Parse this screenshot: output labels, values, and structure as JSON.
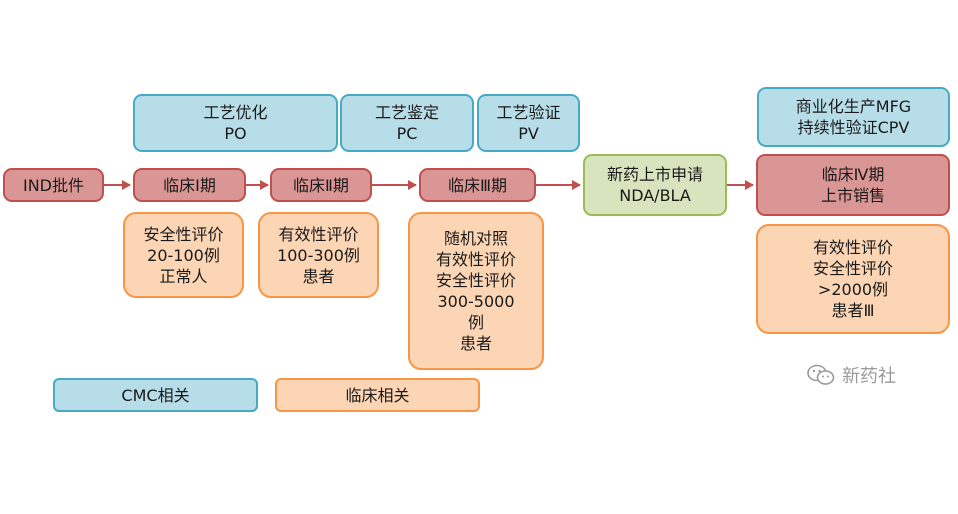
{
  "cmc_top": {
    "po": [
      "工艺优化",
      "PO"
    ],
    "pc": [
      "工艺鉴定",
      "PC"
    ],
    "pv": [
      "工艺验证",
      "PV"
    ],
    "cpv": [
      "商业化生产MFG",
      "持续性验证CPV"
    ]
  },
  "flow": {
    "ind": "IND批件",
    "phase1": "临床Ⅰ期",
    "phase2": "临床Ⅱ期",
    "phase3": "临床Ⅲ期",
    "nda": [
      "新药上市申请",
      "NDA/BLA"
    ],
    "phase4": [
      "临床Ⅳ期",
      "上市销售"
    ]
  },
  "details": {
    "phase1": [
      "安全性评价",
      "20-100例",
      "正常人"
    ],
    "phase2": [
      "有效性评价",
      "100-300例",
      "患者"
    ],
    "phase3": [
      "随机对照",
      "有效性评价",
      "安全性评价",
      "300-5000",
      "例",
      "患者"
    ],
    "phase4": [
      "有效性评价",
      "安全性评价",
      ">2000例",
      "患者Ⅲ"
    ]
  },
  "legend": {
    "cmc": "CMC相关",
    "clinical": "临床相关"
  },
  "watermark": "新药社",
  "colors": {
    "cmc_fill": "#b7dde8",
    "cmc_border": "#46aac5",
    "clinical_fill": "#d99694",
    "clinical_border": "#c0504d",
    "info_fill": "#fcd5b5",
    "info_border": "#f79646",
    "nda_fill": "#d7e4bd",
    "nda_border": "#9bbb59",
    "arrow": "#c0504d"
  }
}
